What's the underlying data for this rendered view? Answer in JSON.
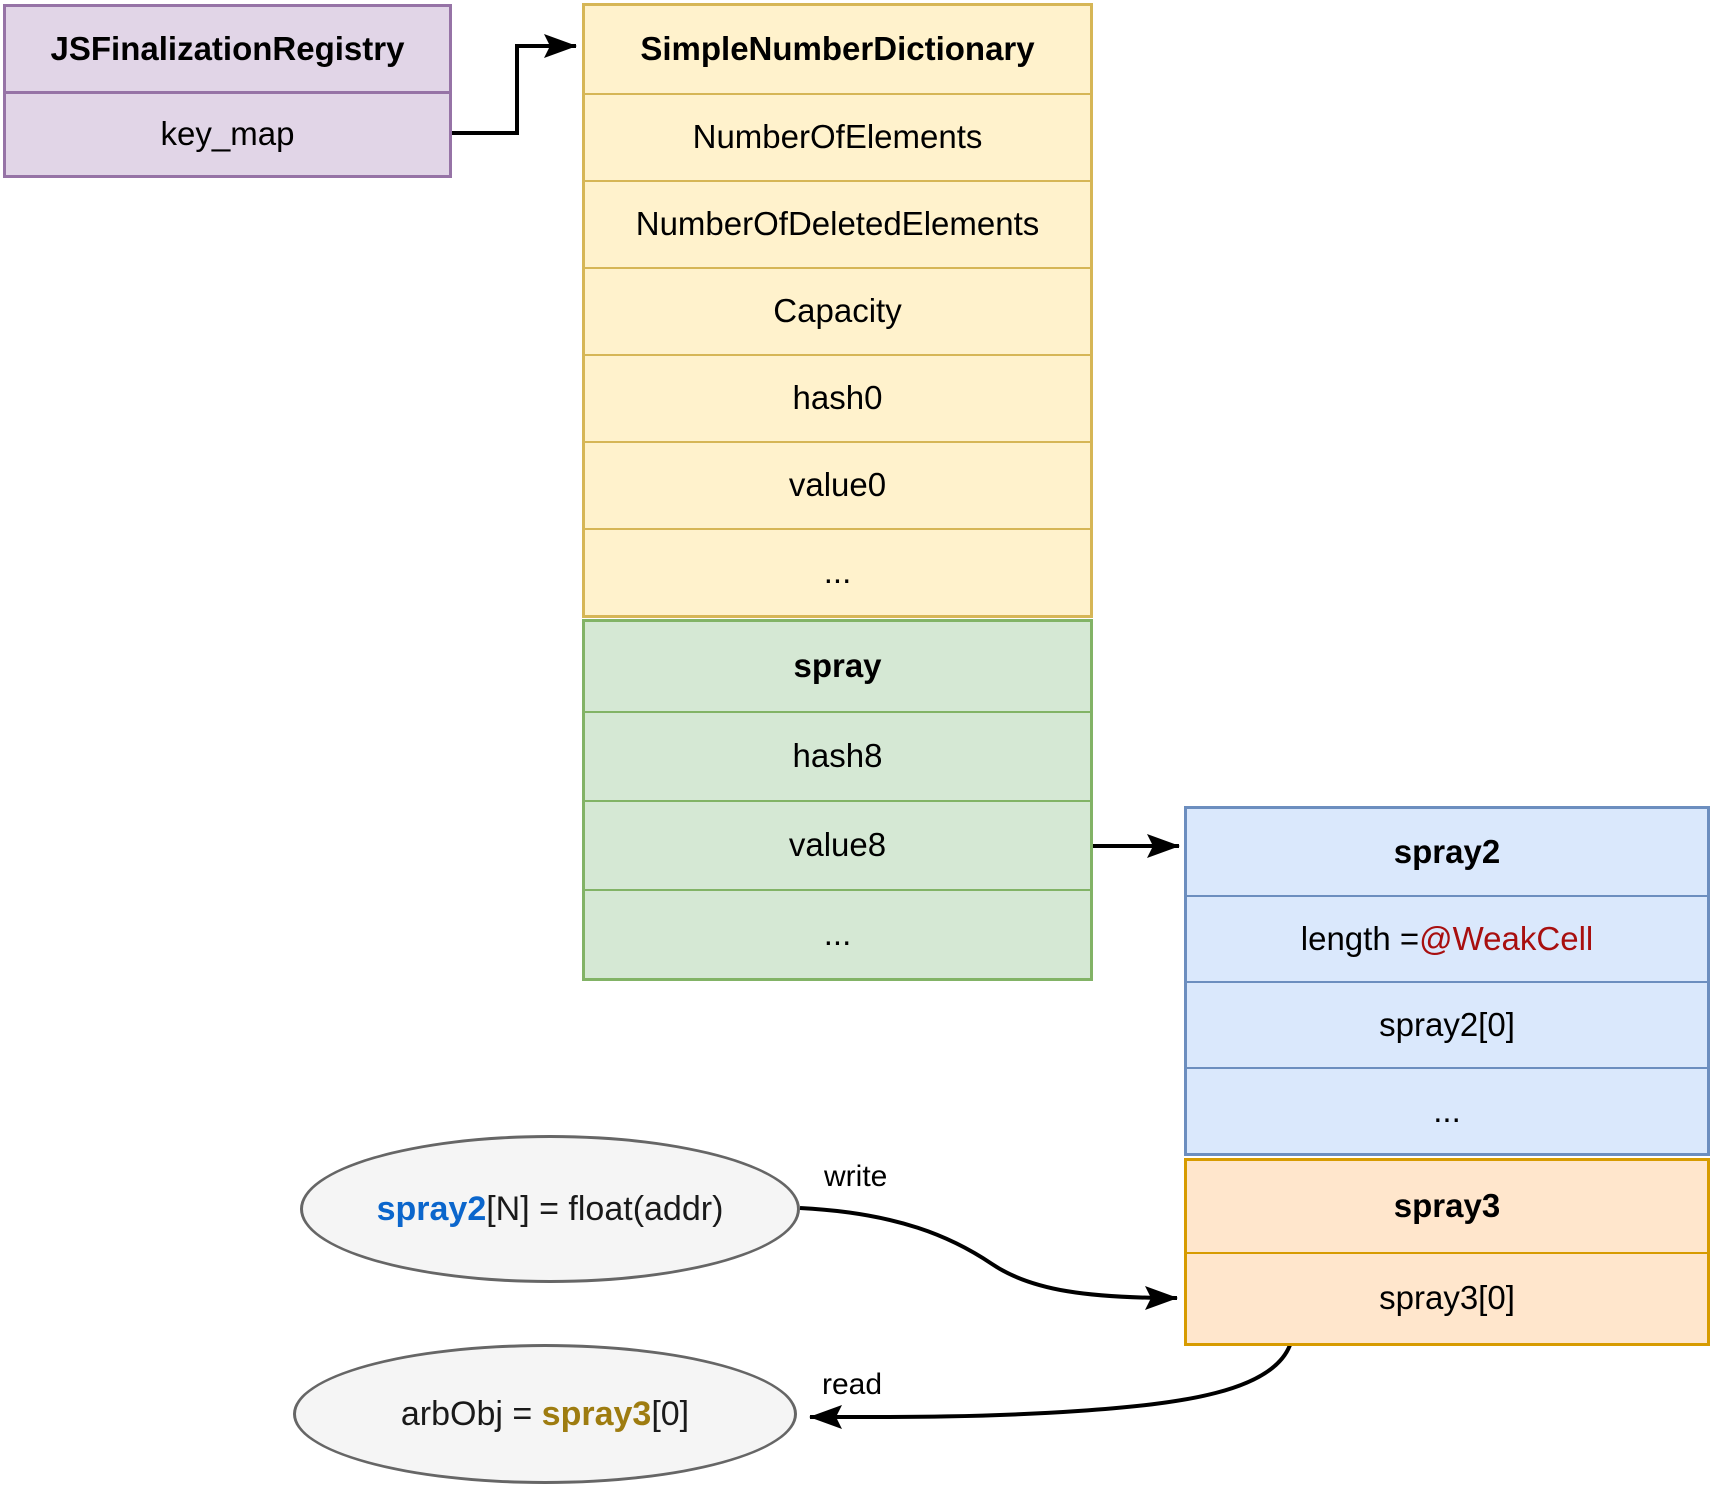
{
  "registry": {
    "title": "JSFinalizationRegistry",
    "field": "key_map"
  },
  "dictionary": {
    "title": "SimpleNumberDictionary",
    "rows": [
      "NumberOfElements",
      "NumberOfDeletedElements",
      "Capacity",
      "hash0",
      "value0",
      "..."
    ]
  },
  "spray": {
    "title": "spray",
    "rows": [
      "hash8",
      "value8",
      "..."
    ]
  },
  "spray2": {
    "title": "spray2",
    "length_label": "length = ",
    "length_value": "@WeakCell",
    "rows": [
      "spray2[0]",
      "..."
    ]
  },
  "spray3": {
    "title": "spray3",
    "rows": [
      "spray3[0]"
    ]
  },
  "statements": {
    "write_stmt": {
      "var": "spray2",
      "rest": "[N] = float(addr)"
    },
    "read_stmt": {
      "prefix": "arbObj = ",
      "var": "spray3",
      "suffix": "[0]"
    }
  },
  "edge_labels": {
    "write": "write",
    "read": "read"
  },
  "colors": {
    "purple_fill": "#E1D5E7",
    "purple_stroke": "#9673A6",
    "yellow_fill": "#FFF2CC",
    "yellow_stroke": "#D6B656",
    "green_fill": "#D5E8D4",
    "green_stroke": "#82B366",
    "blue_fill": "#DAE8FC",
    "blue_stroke": "#6C8EBF",
    "orange_fill": "#FFE6CC",
    "orange_stroke": "#D79B00",
    "ellipse_fill": "#F5F5F5",
    "ellipse_stroke": "#666666",
    "var_blue": "#0B66CC",
    "var_gold": "#9E7C10",
    "weakcell_red": "#A80F0F",
    "arrow": "#000000"
  }
}
